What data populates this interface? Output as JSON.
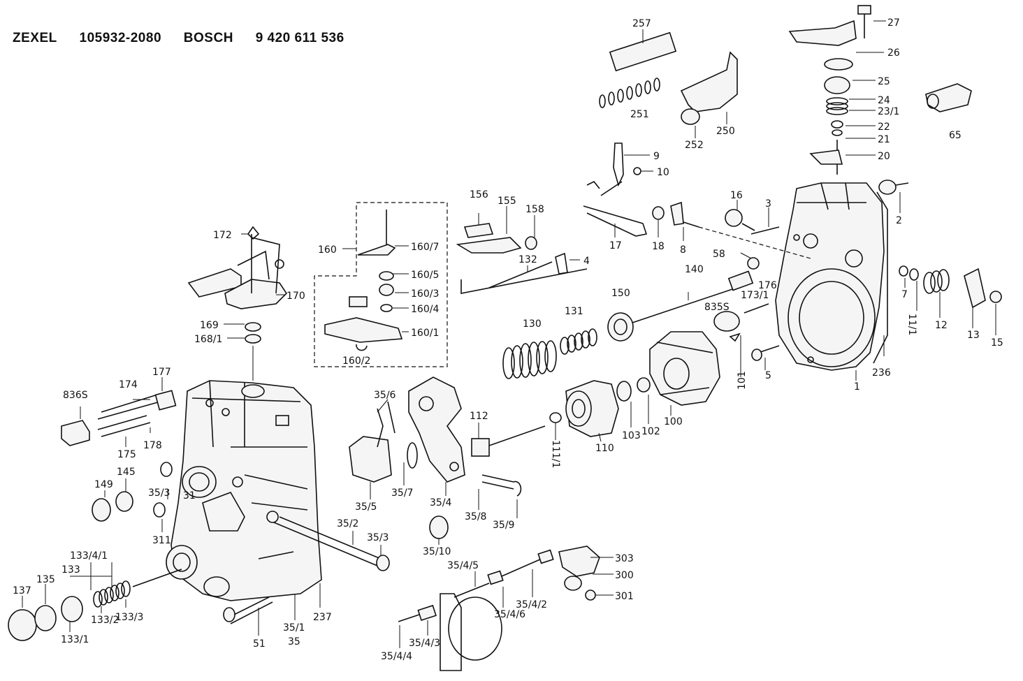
{
  "header": {
    "brand1": "ZEXEL",
    "part1": "105932-2080",
    "brand2": "BOSCH",
    "part2": "9 420 611 536"
  },
  "labels": {
    "l257": "257",
    "l251": "251",
    "l252": "252",
    "l250": "250",
    "l27": "27",
    "l26": "26",
    "l25": "25",
    "l24": "24",
    "l23_1": "23/1",
    "l22": "22",
    "l21": "21",
    "l20": "20",
    "l65": "65",
    "l9": "9",
    "l10": "10",
    "l156": "156",
    "l155": "155",
    "l158": "158",
    "l16": "16",
    "l3": "3",
    "l2": "2",
    "l17": "17",
    "l18": "18",
    "l8": "8",
    "l58": "58",
    "l4": "4",
    "l132": "132",
    "l172": "172",
    "l160": "160",
    "l160_7": "160/7",
    "l160_5": "160/5",
    "l160_3": "160/3",
    "l160_4": "160/4",
    "l160_1": "160/1",
    "l160_2": "160/2",
    "l170": "170",
    "l169": "169",
    "l168_1": "168/1",
    "l140": "140",
    "l176": "176",
    "l173_1": "173/1",
    "l835S": "835S",
    "l7": "7",
    "l11_1": "11/1",
    "l12": "12",
    "l13": "13",
    "l15": "15",
    "l130": "130",
    "l131": "131",
    "l150": "150",
    "l101": "101",
    "l5": "5",
    "l1": "1",
    "l236": "236",
    "l836S": "836S",
    "l174": "174",
    "l177": "177",
    "l178": "178",
    "l175": "175",
    "l35_6": "35/6",
    "l112": "112",
    "l111_1": "111/1",
    "l110": "110",
    "l103": "103",
    "l102": "102",
    "l100": "100",
    "l149": "149",
    "l145": "145",
    "l35_3a": "35/3",
    "l31": "31",
    "l311": "311",
    "l35_5": "35/5",
    "l35_7": "35/7",
    "l35_4": "35/4",
    "l35_8": "35/8",
    "l35_9": "35/9",
    "l35_10": "35/10",
    "l35_2": "35/2",
    "l35_3b": "35/3",
    "l133_4_1": "133/4/1",
    "l133": "133",
    "l137": "137",
    "l135": "135",
    "l133_1": "133/1",
    "l133_2": "133/2",
    "l133_3": "133/3",
    "l51": "51",
    "l35_1": "35/1",
    "l35": "35",
    "l237": "237",
    "l35_4_5": "35/4/5",
    "l35_4_2": "35/4/2",
    "l35_4_6": "35/4/6",
    "l35_4_3": "35/4/3",
    "l35_4_4": "35/4/4",
    "l303": "303",
    "l300": "300",
    "l301": "301"
  }
}
